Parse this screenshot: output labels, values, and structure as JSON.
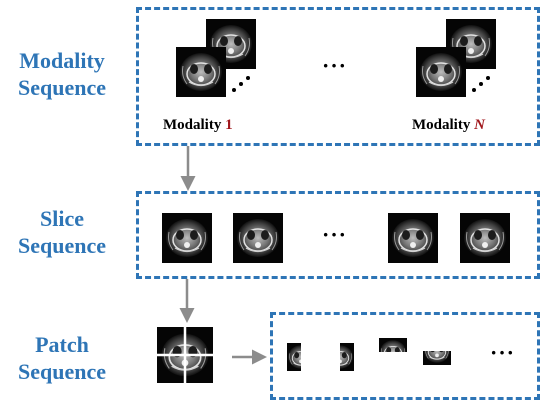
{
  "stages": [
    {
      "id": "modality",
      "label_line1": "Modality",
      "label_line2": "Sequence"
    },
    {
      "id": "slice",
      "label_line1": "Slice",
      "label_line2": "Sequence"
    },
    {
      "id": "patch",
      "label_line1": "Patch",
      "label_line2": "Sequence"
    }
  ],
  "modality_first": {
    "text": "Modality ",
    "index": "1"
  },
  "modality_last": {
    "text": "Modality ",
    "index": "N"
  },
  "ellipsis": "···",
  "colors": {
    "label_blue": "#2e75b6",
    "index_red": "#a0161b",
    "arrow_gray": "#8c8c8c"
  }
}
